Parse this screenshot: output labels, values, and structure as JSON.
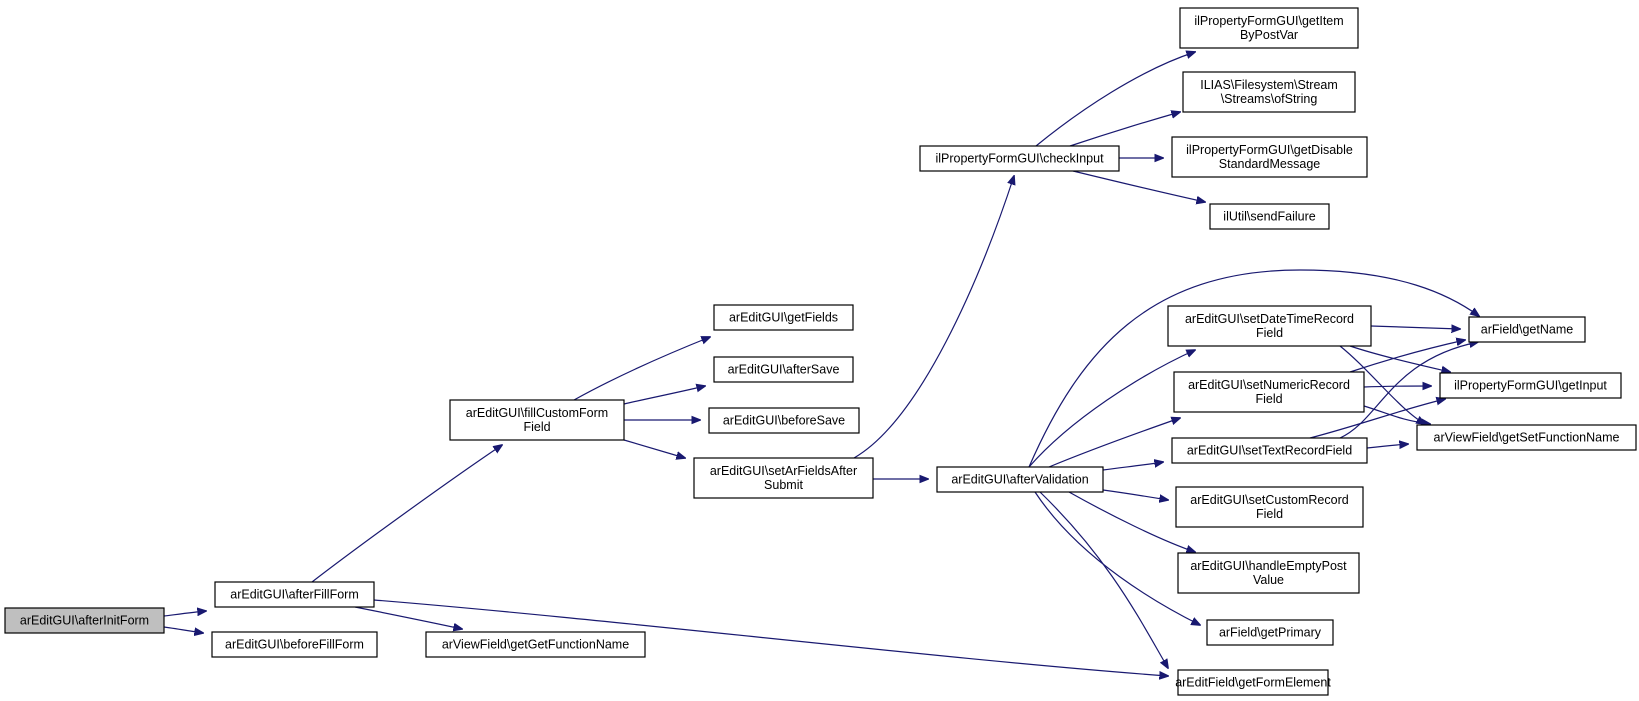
{
  "graph": {
    "nodes": [
      {
        "id": "n0",
        "lines": [
          "arEditGUI\\afterInitForm"
        ],
        "root": true
      },
      {
        "id": "n1",
        "lines": [
          "arEditGUI\\afterFillForm"
        ]
      },
      {
        "id": "n2",
        "lines": [
          "arEditGUI\\beforeFillForm"
        ]
      },
      {
        "id": "n3",
        "lines": [
          "arEditGUI\\fillCustomForm",
          "Field"
        ]
      },
      {
        "id": "n4",
        "lines": [
          "arViewField\\getGetFunctionName"
        ]
      },
      {
        "id": "n5",
        "lines": [
          "arEditField\\getFormElement"
        ]
      },
      {
        "id": "n6",
        "lines": [
          "arEditGUI\\getFields"
        ]
      },
      {
        "id": "n7",
        "lines": [
          "arEditGUI\\afterSave"
        ]
      },
      {
        "id": "n8",
        "lines": [
          "arEditGUI\\beforeSave"
        ]
      },
      {
        "id": "n9",
        "lines": [
          "arEditGUI\\setArFieldsAfter",
          "Submit"
        ]
      },
      {
        "id": "n10",
        "lines": [
          "ilPropertyFormGUI\\checkInput"
        ]
      },
      {
        "id": "n11",
        "lines": [
          "arEditGUI\\afterValidation"
        ]
      },
      {
        "id": "n12",
        "lines": [
          "ilPropertyFormGUI\\getItem",
          "ByPostVar"
        ]
      },
      {
        "id": "n13",
        "lines": [
          "ILIAS\\Filesystem\\Stream",
          "\\Streams\\ofString"
        ]
      },
      {
        "id": "n14",
        "lines": [
          "ilPropertyFormGUI\\getDisable",
          "StandardMessage"
        ]
      },
      {
        "id": "n15",
        "lines": [
          "ilUtil\\sendFailure"
        ]
      },
      {
        "id": "n16",
        "lines": [
          "arField\\getName"
        ]
      },
      {
        "id": "n17",
        "lines": [
          "arEditGUI\\setDateTimeRecord",
          "Field"
        ]
      },
      {
        "id": "n18",
        "lines": [
          "arEditGUI\\setNumericRecord",
          "Field"
        ]
      },
      {
        "id": "n19",
        "lines": [
          "arEditGUI\\setTextRecordField"
        ]
      },
      {
        "id": "n20",
        "lines": [
          "arEditGUI\\setCustomRecord",
          "Field"
        ]
      },
      {
        "id": "n21",
        "lines": [
          "arEditGUI\\handleEmptyPost",
          "Value"
        ]
      },
      {
        "id": "n22",
        "lines": [
          "arField\\getPrimary"
        ]
      },
      {
        "id": "n23",
        "lines": [
          "ilPropertyFormGUI\\getInput"
        ]
      },
      {
        "id": "n24",
        "lines": [
          "arViewField\\getSetFunctionName"
        ]
      }
    ],
    "edges": [
      {
        "from": "n0",
        "to": "n1"
      },
      {
        "from": "n0",
        "to": "n2"
      },
      {
        "from": "n1",
        "to": "n3"
      },
      {
        "from": "n1",
        "to": "n4"
      },
      {
        "from": "n1",
        "to": "n5"
      },
      {
        "from": "n3",
        "to": "n6"
      },
      {
        "from": "n3",
        "to": "n7"
      },
      {
        "from": "n3",
        "to": "n8"
      },
      {
        "from": "n3",
        "to": "n9"
      },
      {
        "from": "n9",
        "to": "n10"
      },
      {
        "from": "n9",
        "to": "n11"
      },
      {
        "from": "n10",
        "to": "n12"
      },
      {
        "from": "n10",
        "to": "n13"
      },
      {
        "from": "n10",
        "to": "n14"
      },
      {
        "from": "n10",
        "to": "n15"
      },
      {
        "from": "n11",
        "to": "n16"
      },
      {
        "from": "n11",
        "to": "n17"
      },
      {
        "from": "n11",
        "to": "n18"
      },
      {
        "from": "n11",
        "to": "n19"
      },
      {
        "from": "n11",
        "to": "n20"
      },
      {
        "from": "n11",
        "to": "n21"
      },
      {
        "from": "n11",
        "to": "n22"
      },
      {
        "from": "n11",
        "to": "n5"
      },
      {
        "from": "n17",
        "to": "n16"
      },
      {
        "from": "n17",
        "to": "n23"
      },
      {
        "from": "n17",
        "to": "n24"
      },
      {
        "from": "n18",
        "to": "n16"
      },
      {
        "from": "n18",
        "to": "n23"
      },
      {
        "from": "n18",
        "to": "n24"
      },
      {
        "from": "n19",
        "to": "n16"
      },
      {
        "from": "n19",
        "to": "n23"
      },
      {
        "from": "n19",
        "to": "n24"
      }
    ],
    "colors": {
      "edge": "#191970",
      "root_fill": "#bfbfbf",
      "node_fill": "#ffffff",
      "border": "#000000"
    }
  }
}
